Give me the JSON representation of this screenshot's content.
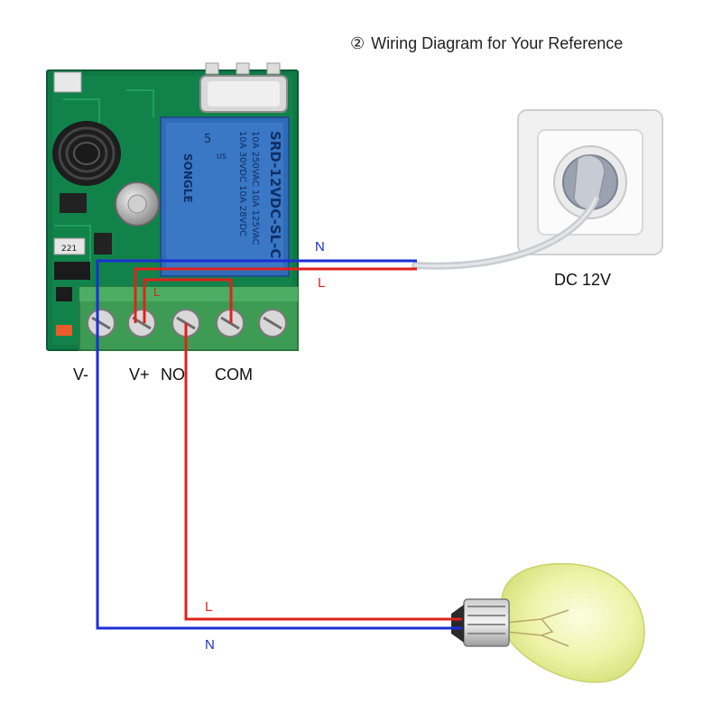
{
  "title": {
    "number": "②",
    "text": "Wiring Diagram for Your Reference"
  },
  "power_source": {
    "label": "DC 12V"
  },
  "terminals": {
    "v_minus": "V-",
    "v_plus": "V+",
    "no": "NO",
    "com": "COM"
  },
  "wires": {
    "neutral_top": "N",
    "live_top": "L",
    "live_small": "L",
    "live_bottom": "L",
    "neutral_bottom": "N",
    "neutral_color": "#1a2fd6",
    "live_color": "#e0211d"
  },
  "relay": {
    "brand": "SONGLE",
    "model": "SRD-12VDC-SL-C",
    "rating_1": "10A 250VAC  10A 125VAC",
    "rating_2": "10A 30VDC   10A 28VDC",
    "pin": "5",
    "us": "US"
  },
  "board": {
    "resistor_code": "221"
  }
}
